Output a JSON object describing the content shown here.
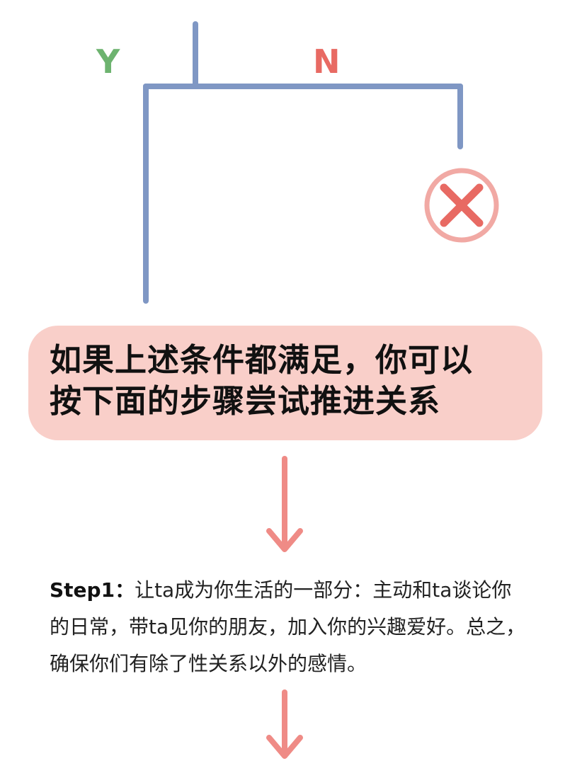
{
  "branches": {
    "yes_label": "Y",
    "no_label": "N"
  },
  "reject_icon": {
    "icon": "x-circle-icon",
    "ring_color": "#f1a9a4",
    "cross_color": "#e86a63"
  },
  "colors": {
    "connector": "#7f97c4",
    "arrow": "#ef8b86",
    "callout_background": "#f9cfc9",
    "yes": "#6db36f",
    "no": "#e86a63"
  },
  "callout": {
    "line1": "如果上述条件都满足，你可以",
    "line2": "按下面的步骤尝试推进关系"
  },
  "step1": {
    "label": "Step1：",
    "body": "让ta成为你生活的一部分：主动和ta谈论你的日常，带ta见你的朋友，加入你的兴趣爱好。总之，确保你们有除了性关系以外的感情。"
  }
}
